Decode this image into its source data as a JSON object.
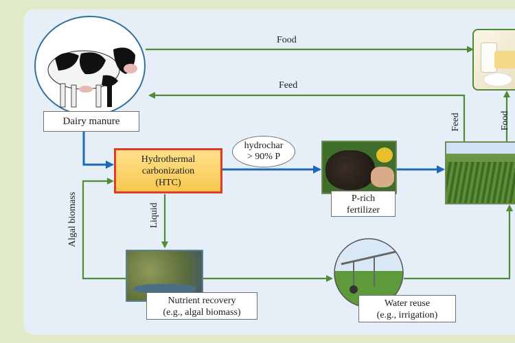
{
  "nodes": {
    "manure": "Dairy manure",
    "htc": [
      "Hydrothermal",
      "carbonization",
      "(HTC)"
    ],
    "hydrochar": [
      "hydrochar",
      "> 90% P"
    ],
    "fertilizer": [
      "P-rich",
      "fertilizer"
    ],
    "nutrient": [
      "Nutrient recovery",
      "(e.g., algal biomass)"
    ],
    "water": [
      "Water reuse",
      "(e.g., irrigation)"
    ]
  },
  "flows": {
    "food_top": "Food",
    "feed_top": "Feed",
    "feed_vertical": "Feed",
    "food_vertical": "Food",
    "liquid": "Liquid",
    "algal": "Algal biomass"
  },
  "colors": {
    "green_arrow": "#4f8a38",
    "blue_arrow": "#1f67b8",
    "htc_border": "#e03a2a",
    "htc_fill": "#f7c84f",
    "panel": "#e6eff7",
    "background": "#e2ebc9"
  }
}
